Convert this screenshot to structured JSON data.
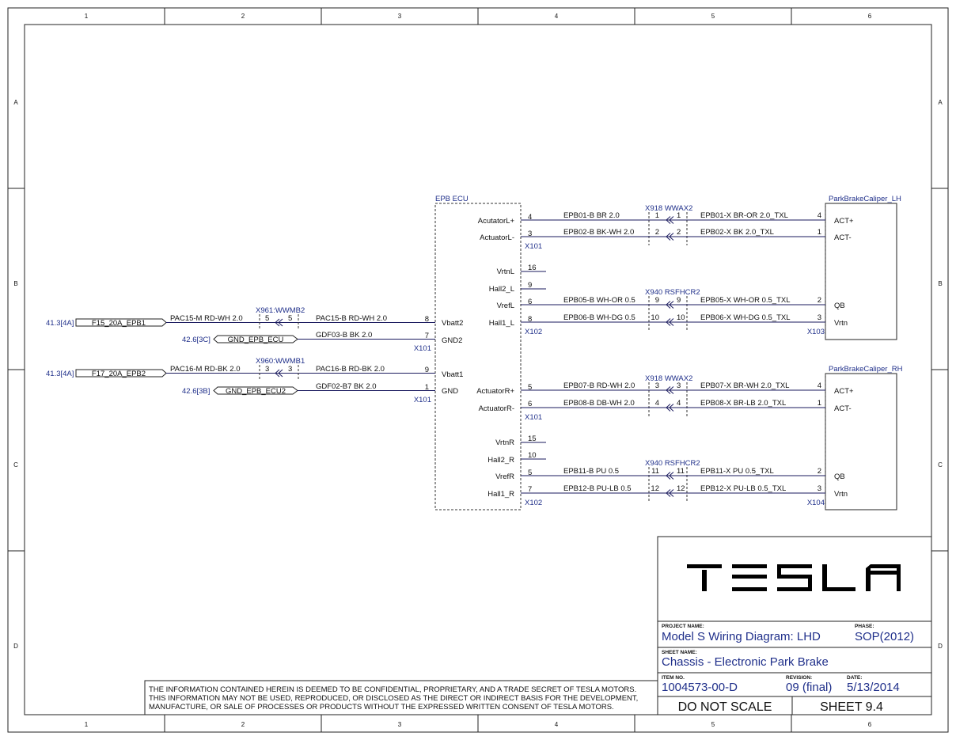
{
  "frame": {
    "columns": [
      "1",
      "2",
      "3",
      "4",
      "5",
      "6"
    ],
    "rows": [
      "A",
      "B",
      "C",
      "D"
    ]
  },
  "ecu": {
    "title": "EPB ECU",
    "left_pins": [
      {
        "pin": "8",
        "name": "Vbatt2"
      },
      {
        "pin": "7",
        "name": "GND2"
      },
      {
        "pin": "9",
        "name": "Vbatt1"
      },
      {
        "pin": "1",
        "name": "GND"
      }
    ],
    "left_connectors": [
      "X101",
      "X101"
    ],
    "lh_pins": [
      {
        "name": "AcutatorL+",
        "pin": "4"
      },
      {
        "name": "ActuatorL-",
        "pin": "3"
      },
      {
        "name": "VrtnL",
        "pin": "16"
      },
      {
        "name": "Hall2_L",
        "pin": "9"
      },
      {
        "name": "VrefL",
        "pin": "6"
      },
      {
        "name": "Hall1_L",
        "pin": "8"
      }
    ],
    "rh_pins": [
      {
        "name": "ActuatorR+",
        "pin": "5"
      },
      {
        "name": "ActuatorR-",
        "pin": "6"
      },
      {
        "name": "VrtnR",
        "pin": "15"
      },
      {
        "name": "Hall2_R",
        "pin": "10"
      },
      {
        "name": "VrefR",
        "pin": "5"
      },
      {
        "name": "Hall1_R",
        "pin": "7"
      }
    ],
    "lh_connectors": [
      "X101",
      "X102"
    ],
    "rh_connectors": [
      "X101",
      "X102"
    ]
  },
  "power": {
    "rows": [
      {
        "ref": "41.3[4A]",
        "fuse": "F15_20A_EPB1",
        "wire_left": "PAC15-M RD-WH 2.0",
        "pin": "5",
        "wire_right": "PAC15-B RD-WH 2.0",
        "splice": "X961:WWMB2"
      },
      {
        "ref": "42.6[3C]",
        "fuse": "GND_EPB_ECU",
        "wire_left": "",
        "pin": "",
        "wire_right": "GDF03-B BK 2.0",
        "splice": ""
      },
      {
        "ref": "41.3[4A]",
        "fuse": "F17_20A_EPB2",
        "wire_left": "PAC16-M RD-BK 2.0",
        "pin": "3",
        "wire_right": "PAC16-B RD-BK 2.0",
        "splice": "X960:WWMB1"
      },
      {
        "ref": "42.6[3B]",
        "fuse": "GND_EPB_ECU2",
        "wire_left": "",
        "pin": "",
        "wire_right": "GDF02-B7 BK 2.0",
        "splice": ""
      }
    ]
  },
  "lh": {
    "caliper": "ParkBrakeCaliper_LH",
    "inline_top": "X918 WWAX2",
    "inline_bot": "X940 RSFHCR2",
    "connector": "X103",
    "wires": [
      {
        "left": "EPB01-B BR 2.0",
        "ip": "1",
        "right": "EPB01-X BR-OR 2.0_TXL",
        "cpin": "4",
        "cname": "ACT+"
      },
      {
        "left": "EPB02-B BK-WH 2.0",
        "ip": "2",
        "right": "EPB02-X BK 2.0_TXL",
        "cpin": "1",
        "cname": "ACT-"
      },
      {
        "left": "EPB05-B WH-OR 0.5",
        "ip": "9",
        "right": "EPB05-X WH-OR 0.5_TXL",
        "cpin": "2",
        "cname": "QB"
      },
      {
        "left": "EPB06-B WH-DG 0.5",
        "ip": "10",
        "right": "EPB06-X WH-DG 0.5_TXL",
        "cpin": "3",
        "cname": "Vrtn"
      }
    ]
  },
  "rh": {
    "caliper": "ParkBrakeCaliper_RH",
    "inline_top": "X918 WWAX2",
    "inline_bot": "X940 RSFHCR2",
    "connector": "X104",
    "wires": [
      {
        "left": "EPB07-B RD-WH 2.0",
        "ip": "3",
        "right": "EPB07-X BR-WH 2.0_TXL",
        "cpin": "4",
        "cname": "ACT+"
      },
      {
        "left": "EPB08-B DB-WH 2.0",
        "ip": "4",
        "right": "EPB08-X BR-LB 2.0_TXL",
        "cpin": "1",
        "cname": "ACT-"
      },
      {
        "left": "EPB11-B PU 0.5",
        "ip": "11",
        "right": "EPB11-X PU 0.5_TXL",
        "cpin": "2",
        "cname": "QB"
      },
      {
        "left": "EPB12-B PU-LB 0.5",
        "ip": "12",
        "right": "EPB12-X PU-LB 0.5_TXL",
        "cpin": "3",
        "cname": "Vrtn"
      }
    ]
  },
  "titleblock": {
    "logo": "TESLA",
    "project_label": "PROJECT NAME:",
    "project": "Model S Wiring Diagram: LHD",
    "phase_label": "PHASE:",
    "phase": "SOP(2012)",
    "sheet_name_label": "SHEET NAME:",
    "sheet_name": "Chassis - Electronic Park Brake",
    "item_label": "ITEM NO.",
    "item": "1004573-00-D",
    "revision_label": "REVISION:",
    "revision": "09 (final)",
    "date_label": "DATE:",
    "date": "5/13/2014",
    "scale": "DO NOT SCALE",
    "sheet": "SHEET 9.4"
  },
  "confidential": [
    "THE INFORMATION CONTAINED HEREIN IS DEEMED TO BE CONFIDENTIAL, PROPRIETARY, AND A TRADE SECRET OF TESLA MOTORS.",
    "THIS INFORMATION MAY NOT BE USED, REPRODUCED, OR DISCLOSED AS THE DIRECT OR INDIRECT BASIS FOR THE DEVELOPMENT,",
    "MANUFACTURE, OR SALE OF PROCESSES OR PRODUCTS WITHOUT THE EXPRESSED WRITTEN CONSENT OF TESLA MOTORS."
  ]
}
